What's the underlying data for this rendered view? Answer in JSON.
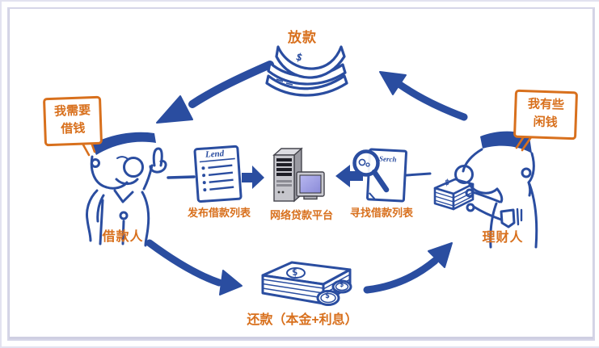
{
  "colors": {
    "ink_blue": "#2a4da0",
    "accent_orange": "#d8701d",
    "frame_line": "#d6d6e8",
    "server_screen": "#9a9ae0"
  },
  "flow": {
    "top_step": "放款",
    "bottom_step": "还款（本金+利息）",
    "platform_label": "网络贷款平台",
    "publish_label": "发布借款列表",
    "search_label": "寻找借款列表",
    "lend_doc_title": "Lend",
    "search_doc_title": "Serch",
    "dollar_sign": "$",
    "borrower": {
      "label": "借款人",
      "speech_line1": "我需要",
      "speech_line2": "借钱"
    },
    "investor": {
      "label": "理财人",
      "speech_line1": "我有些",
      "speech_line2": "闲钱"
    }
  }
}
